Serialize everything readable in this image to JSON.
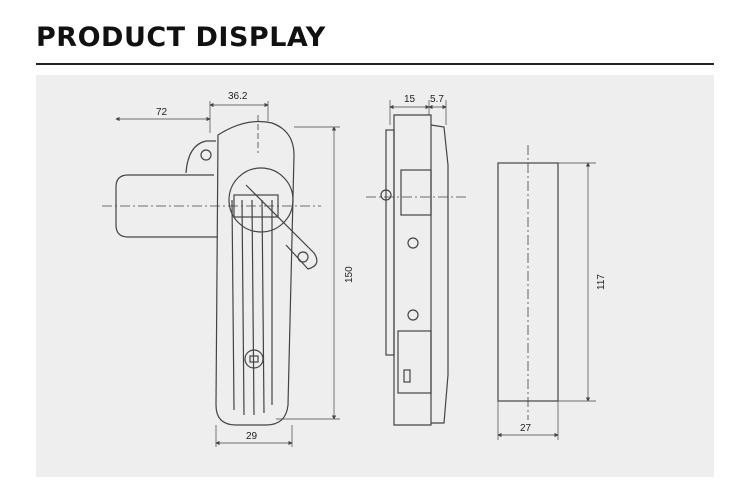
{
  "page_title": "PRODUCT DISPLAY",
  "dimensions": {
    "front_width_top": "36.2",
    "front_offset": "72",
    "front_height": "150",
    "front_width_bottom": "29",
    "side_depth_a": "15",
    "side_depth_b": "5.7",
    "back_height": "117",
    "back_width": "27"
  },
  "colors": {
    "panel_bg": "#eeeeee",
    "line": "#444444",
    "title": "#111111"
  }
}
